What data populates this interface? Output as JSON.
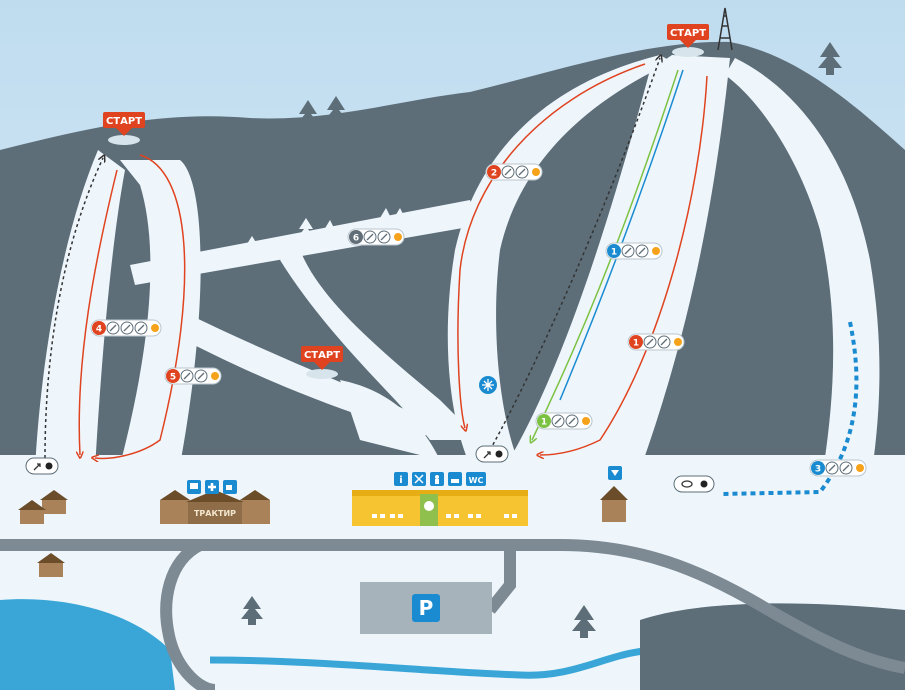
{
  "start_label": "СТАРТ",
  "start_markers": [
    {
      "id": "start-left",
      "label": "СТАРТ"
    },
    {
      "id": "start-top",
      "label": "СТАРТ"
    },
    {
      "id": "start-middle",
      "label": "СТАРТ"
    }
  ],
  "slopes": [
    {
      "number": "1",
      "difficulty": "red",
      "color": "#e0431f"
    },
    {
      "number": "1",
      "difficulty": "blue",
      "color": "#1a8bd0"
    },
    {
      "number": "1",
      "difficulty": "green",
      "color": "#7cc242"
    },
    {
      "number": "2",
      "difficulty": "red",
      "color": "#e0431f"
    },
    {
      "number": "3",
      "difficulty": "blue",
      "color": "#1a8bd0"
    },
    {
      "number": "4",
      "difficulty": "red",
      "color": "#e0431f"
    },
    {
      "number": "5",
      "difficulty": "red",
      "color": "#e0431f"
    },
    {
      "number": "6",
      "difficulty": "grey",
      "color": "#616e78"
    }
  ],
  "trail_icons": [
    "ski-icon",
    "snowboard-icon",
    "day-icon",
    "night-icon"
  ],
  "buildings": {
    "cafe": {
      "sign": "ТРАКТИР",
      "services": [
        "bus-icon",
        "first-aid-icon",
        "cafe-cup-icon"
      ]
    },
    "main_center": {
      "services": [
        "info-icon",
        "equipment-rental-icon",
        "ski-school-icon",
        "lodging-icon"
      ],
      "wc": "WC"
    },
    "cashier": {
      "service": "ticket-icon"
    }
  },
  "parking": {
    "label": "P"
  },
  "colors": {
    "sky": "#cfe6f4",
    "mountain": "#5d6e79",
    "snow": "#eef6fc",
    "road": "#7d8a93",
    "water": "#3aa6d8",
    "start": "#e0431f",
    "building": "#f6c431"
  }
}
